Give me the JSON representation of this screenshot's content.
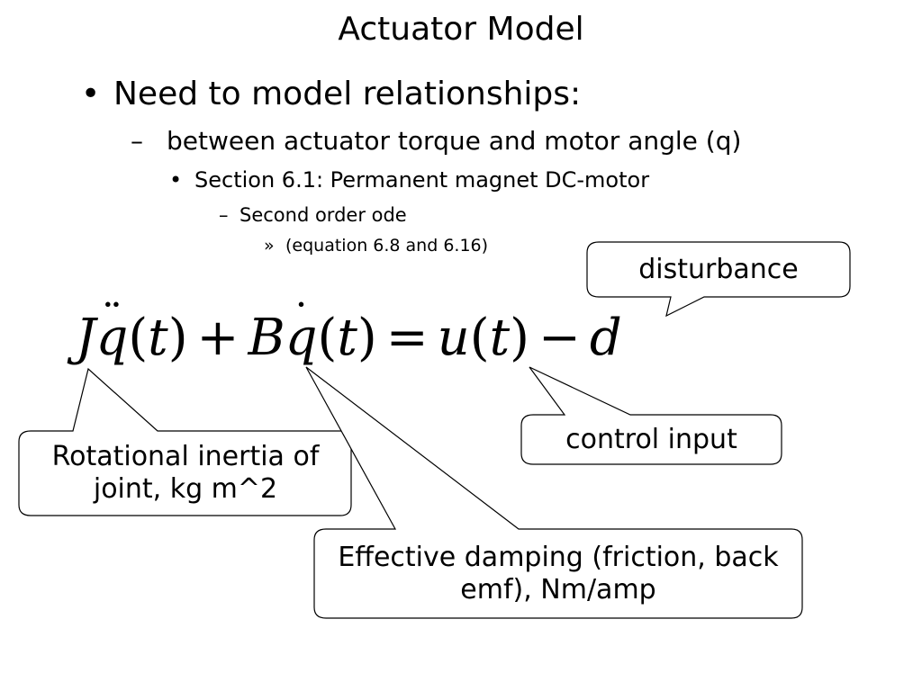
{
  "slide": {
    "title": "Actuator Model",
    "bullets": [
      {
        "marker": "•",
        "text": "Need to model relationships:"
      },
      {
        "marker": "–",
        "text": "between actuator torque and motor angle (q)"
      },
      {
        "marker": "•",
        "text": "Section 6.1: Permanent magnet DC-motor"
      },
      {
        "marker": "–",
        "text": "Second order ode"
      },
      {
        "marker": "»",
        "text": "(equation 6.8 and 6.16)"
      }
    ],
    "equation": {
      "J": "J",
      "q": "q",
      "t": "t",
      "B": "B",
      "u": "u",
      "d": "d",
      "plus": "+",
      "equals": "=",
      "minus": "−",
      "open_paren": "(",
      "close_paren": ")"
    },
    "callouts": {
      "disturbance": "disturbance",
      "control_input": "control input",
      "inertia": "Rotational inertia of joint, kg m^2",
      "damping": "Effective damping (friction, back emf), Nm/amp"
    }
  }
}
